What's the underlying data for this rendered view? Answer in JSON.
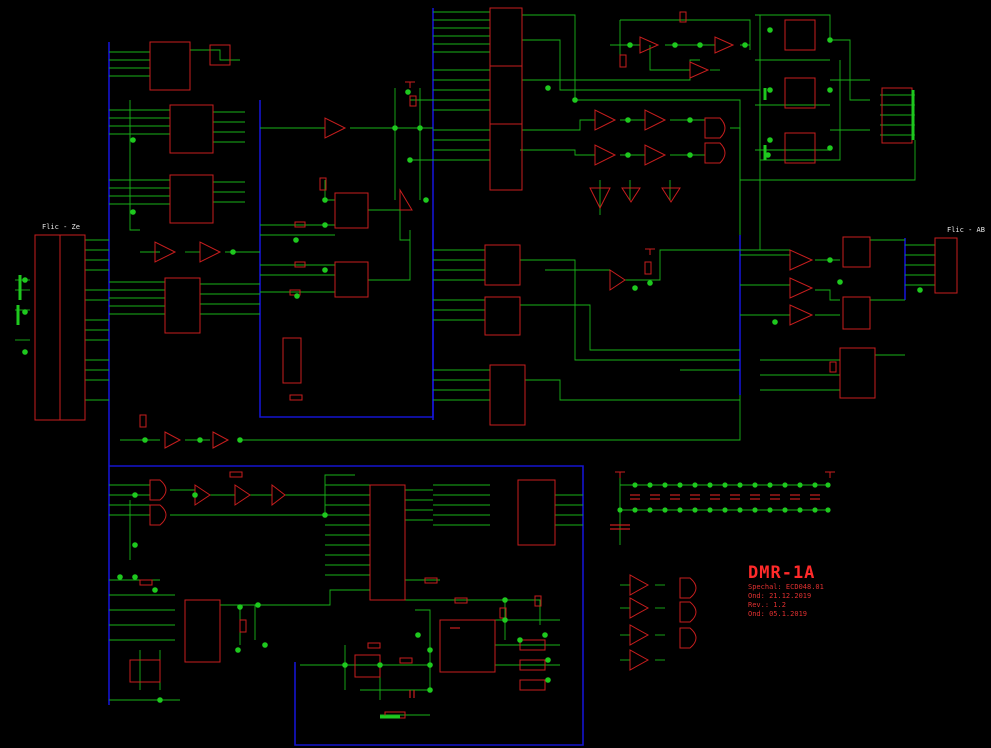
{
  "connectors": {
    "left": "Flic - Ze",
    "right": "Flic - AB"
  },
  "title_block": {
    "name": "DMR-1A",
    "lines": [
      "Spechal: ECD048.01",
      "Ond: 21.12.2019",
      "Rev.: 1.2",
      "Ond: 05.1.2019"
    ]
  },
  "colors": {
    "background": "#000000",
    "wire": "#19b219",
    "component": "#c81e1e",
    "bus": "#1414d0",
    "junction": "#1ec81e",
    "text": "#f0f0f0",
    "title": "#ff2a2a"
  }
}
